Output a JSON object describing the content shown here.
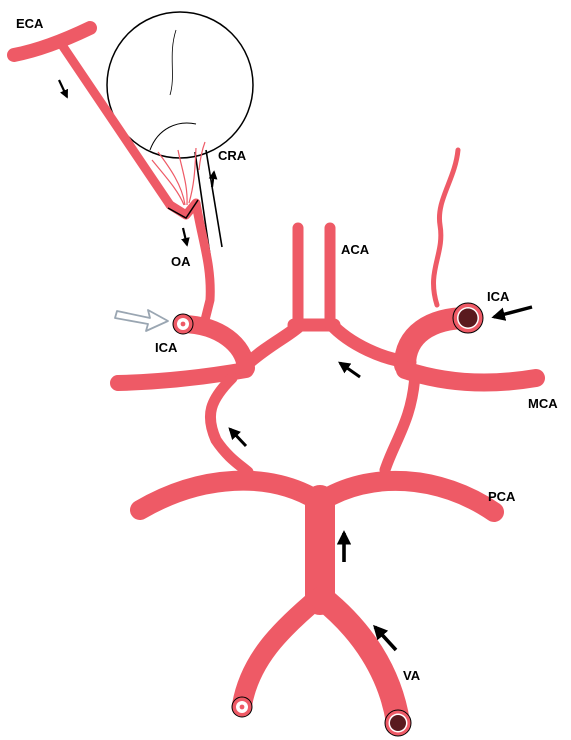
{
  "colors": {
    "vessel": "#ee5a66",
    "occluded_lumen": "#5a1a1e",
    "outline": "#000000",
    "hollow_arrow": "#9aa6b2"
  },
  "labels": {
    "eca": "ECA",
    "cra": "CRA",
    "oa": "OA",
    "aca": "ACA",
    "ica_right": "ICA",
    "ica_left": "ICA",
    "mca": "MCA",
    "pca": "PCA",
    "va": "VA"
  }
}
